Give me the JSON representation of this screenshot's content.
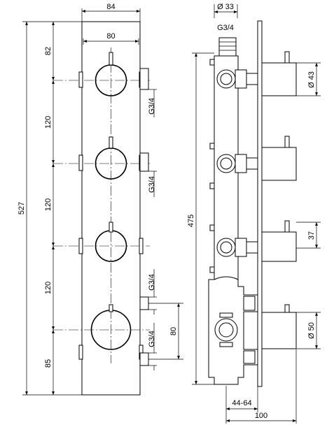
{
  "front_view": {
    "width_outer": "84",
    "width_inner": "80",
    "height_total": "527",
    "spacing_top": "82",
    "spacing_1": "120",
    "spacing_2": "120",
    "spacing_3": "120",
    "spacing_bottom": "85",
    "thread_1": "G3/4",
    "thread_2": "G3/4",
    "thread_3": "G3/4",
    "thread_4": "G3/4",
    "outlet_spacing": "80"
  },
  "side_view": {
    "dia_top": "Ø 33",
    "thread_top": "G3/4",
    "height_body": "475",
    "dia_knob": "Ø 43",
    "knob_width": "37",
    "dia_large_knob": "Ø 50",
    "depth_range": "44-64",
    "depth_total": "100"
  }
}
